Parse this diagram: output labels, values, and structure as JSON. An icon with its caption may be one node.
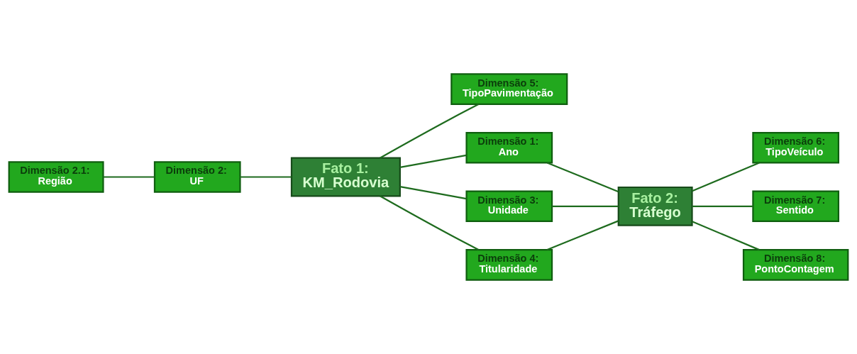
{
  "diagram": {
    "nodes": [
      {
        "text": [
          "Dimensão 2.1:",
          "Região"
        ]
      },
      {
        "text": [
          "Dimensão 2:",
          "UF"
        ]
      },
      {
        "text": [
          "Fato 1:",
          "KM_Rodovia"
        ]
      },
      {
        "text": [
          "Dimensão 5:",
          "TipoPavimentação"
        ]
      },
      {
        "text": [
          "Dimensão 1:",
          "Ano"
        ]
      },
      {
        "text": [
          "Dimensão 3:",
          "Unidade"
        ]
      },
      {
        "text": [
          "Dimensão 4:",
          "Titularidade"
        ]
      },
      {
        "text": [
          "Fato 2:",
          "Tráfego"
        ]
      },
      {
        "text": [
          "Dimensão 6:",
          "TipoVeículo"
        ]
      },
      {
        "text": [
          "Dimensão 7:",
          "Sentido"
        ]
      },
      {
        "text": [
          "Dimensão 8:",
          "PontoContagem"
        ]
      }
    ],
    "edges": [
      {
        "from": 0,
        "to": 1,
        "arrow": "none"
      },
      {
        "from": 1,
        "to": 2,
        "arrow": "none"
      },
      {
        "from": 2,
        "to": 4,
        "arrow": "none"
      },
      {
        "from": 2,
        "to": 5,
        "arrow": "none"
      },
      {
        "from": 2,
        "to": 6,
        "arrow": "none"
      },
      {
        "from": 2,
        "to": 3,
        "arrow": "none"
      },
      {
        "from": 4,
        "to": 7,
        "arrow": "none"
      },
      {
        "from": 5,
        "to": 7,
        "arrow": "none"
      },
      {
        "from": 6,
        "to": 7,
        "arrow": "none"
      },
      {
        "from": 7,
        "to": 8,
        "arrow": "none"
      },
      {
        "from": 7,
        "to": 9,
        "arrow": "none"
      },
      {
        "from": 7,
        "to": 10,
        "arrow": "none"
      }
    ]
  }
}
